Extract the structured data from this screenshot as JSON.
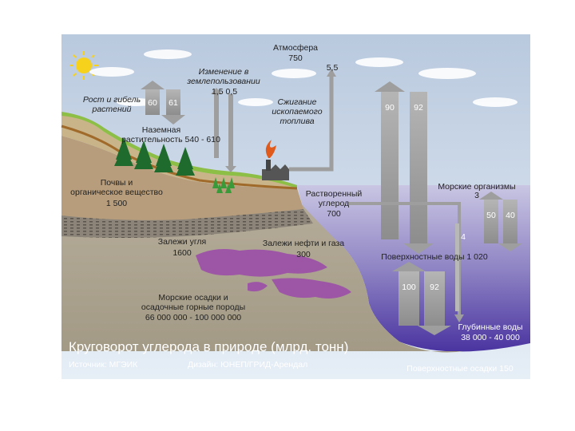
{
  "labels": {
    "atmosphere": "Атмосфера",
    "atmosphere_value": "750",
    "land_use_change_1": "Изменение в",
    "land_use_change_2": "землепользовании",
    "land_use_values": "1,5  0,5",
    "growth_decay_1": "Рост и гибель",
    "growth_decay_2": "растений",
    "growth_values_1": "60",
    "growth_values_2": "61",
    "ground_veg_1": "Наземная",
    "ground_veg_2": "растительность 540 - 610",
    "fossil_fuel_1": "Сжигание",
    "fossil_fuel_2": "ископаемого",
    "fossil_fuel_3": "топлива",
    "fossil_value": "5,5",
    "ocean_exchange_up": "90",
    "ocean_exchange_down": "92",
    "soil_1": "Почвы и",
    "soil_2": "органическое вещество",
    "soil_value": "1 500",
    "dissolved_1": "Растворенный",
    "dissolved_2": "углерод",
    "dissolved_value": "700",
    "marine_org": "Морские организмы",
    "marine_org_value": "3",
    "marine_50": "50",
    "marine_40": "40",
    "marine_4": "4",
    "coal_1": "Залежи угля",
    "coal_value": "1600",
    "oil_gas_1": "Залежи нефти и газа",
    "oil_gas_value": "300",
    "surface_water": "Поверхностные воды 1 020",
    "deep_up": "100",
    "deep_down": "92",
    "sediment_1": "Морские осадки и",
    "sediment_2": "осадочные горные породы",
    "sediment_value": "66 000 000 - 100 000 000",
    "deep_water_1": "Глубинные воды",
    "deep_water_value": "38 000 - 40 000",
    "surface_sediment": "Поверхностные осадки 150"
  },
  "footer": {
    "title": "Круговорот углерода в природе (млрд. тонн)",
    "source": "Источник: МГЭИК",
    "design": "Дизайн: ЮНЕП/ГРИД-Арендал"
  },
  "colors": {
    "sky": "#c9d7e6",
    "ocean": "#7a6ab6",
    "land": "#a8a08e",
    "arrow": "#9e9e9e",
    "oil": "#9b4ea8",
    "grass": "#8dbe45"
  }
}
